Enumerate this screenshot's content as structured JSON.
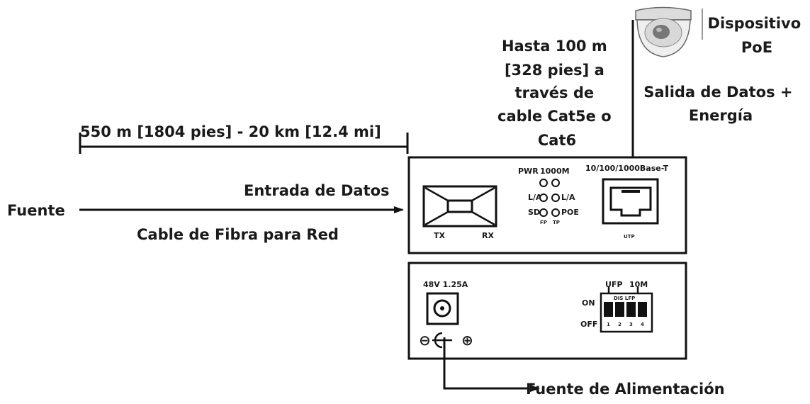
{
  "labels": {
    "distance_fiber": "550 m [1804 pies] - 20 km [12.4 mi]",
    "source": "Fuente",
    "data_in": "Entrada de Datos",
    "fiber_cable": "Cable de Fibra para Red",
    "copper_range": [
      "Hasta 100 m",
      "[328 pies] a",
      "través de",
      "cable Cat5e o",
      "Cat6"
    ],
    "device": [
      "Dispositivo",
      "PoE"
    ],
    "data_power_out": [
      "Salida de Datos +",
      "Energía"
    ],
    "power_source": "Fuente de Alimentación"
  },
  "front_panel": {
    "port_speed": "10/100/1000Base-T",
    "utp": "UTP",
    "tx": "TX",
    "rx": "RX",
    "led_pwr": "PWR",
    "led_1000m": "1000M",
    "led_la_left": "L/A",
    "led_la_right": "L/A",
    "led_sd": "SD",
    "led_poe": "POE",
    "led_fp_left": "FP",
    "led_fp_right": "TP"
  },
  "rear_panel": {
    "power_rating": "48V 1.25A",
    "switch_label_ufp": "UFP",
    "switch_label_10m": "10M",
    "switch_on": "ON",
    "switch_off": "OFF",
    "switch_top": "DIS LFP",
    "switch_numbers": [
      "1",
      "2",
      "3",
      "4"
    ],
    "polarity_minus": "⊖",
    "polarity_plus": "⊕"
  }
}
